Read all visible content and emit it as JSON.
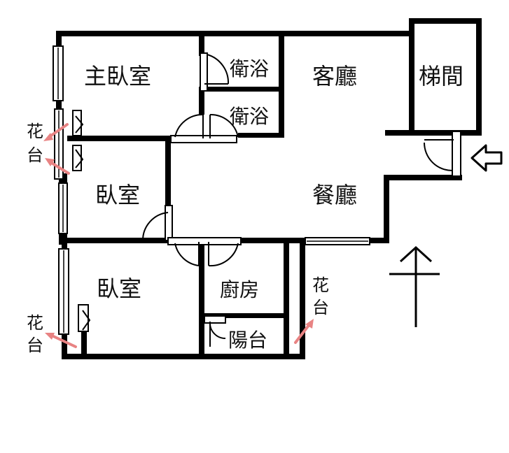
{
  "rooms": {
    "master_bedroom": "主臥室",
    "bath_1": "衛浴",
    "bath_2": "衛浴",
    "living_room": "客廳",
    "stairwell": "梯間",
    "bedroom_1": "臥室",
    "dining_room": "餐廳",
    "bedroom_2": "臥室",
    "kitchen": "廚房",
    "balcony": "陽台"
  },
  "planters": {
    "upper_top": "花",
    "upper_bottom": "台",
    "lower_left_top": "花",
    "lower_left_bottom": "台",
    "right_top": "花",
    "right_bottom": "台"
  },
  "icons": {
    "entrance": "outline-arrow-left-icon",
    "north": "north-arrow-icon",
    "planter": "pink-arrow-icon"
  },
  "colors": {
    "walls": "#000000",
    "planter_arrow": "#e88383",
    "background": "#ffffff"
  }
}
